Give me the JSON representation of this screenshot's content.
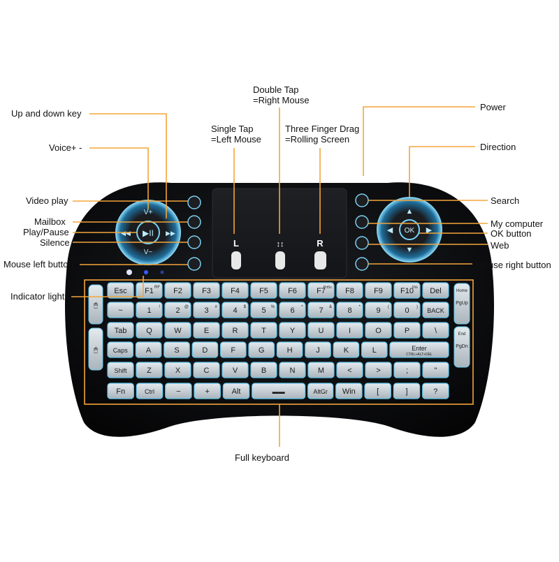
{
  "labels": {
    "up_down_key": "Up and down key",
    "voice": "Voice+ -",
    "video_play": "Video play",
    "mailbox": "Mailbox",
    "play_pause": "Play/Pause",
    "silence": "Silence",
    "mouse_left": "Mouse left button",
    "indicator": "Indicator light",
    "double_tap_1": "Double Tap",
    "double_tap_2": "=Right Mouse",
    "single_tap_1": "Single Tap",
    "single_tap_2": "=Left Mouse",
    "three_finger_1": "Three Finger Drag",
    "three_finger_2": "=Rolling Screen",
    "power": "Power",
    "direction": "Direction",
    "search": "Search",
    "my_computer": "My computer",
    "ok_button": "OK button",
    "web": "Web",
    "mouse_right": "Mouse right button",
    "full_keyboard": "Full keyboard"
  },
  "touchpad": {
    "left": "L",
    "right": "R"
  },
  "dpad": {
    "center": "OK"
  },
  "media_pad": {
    "vol_up": "V+",
    "vol_down": "V−"
  },
  "keyboard": {
    "rows": [
      [
        {
          "k": "Esc"
        },
        {
          "k": "F1",
          "s": "RF"
        },
        {
          "k": "F2"
        },
        {
          "k": "F3"
        },
        {
          "k": "F4"
        },
        {
          "k": "F5"
        },
        {
          "k": "F6"
        },
        {
          "k": "F7",
          "s": "PrtSc"
        },
        {
          "k": "F8"
        },
        {
          "k": "F9"
        },
        {
          "k": "F10",
          "s": "Ins"
        },
        {
          "k": "Del"
        }
      ],
      [
        {
          "k": "~"
        },
        {
          "k": "1",
          "s": "!"
        },
        {
          "k": "2",
          "s": "@"
        },
        {
          "k": "3",
          "s": "#"
        },
        {
          "k": "4",
          "s": "$"
        },
        {
          "k": "5",
          "s": "%"
        },
        {
          "k": "6",
          "s": "^"
        },
        {
          "k": "7",
          "s": "&"
        },
        {
          "k": "8",
          "s": "*"
        },
        {
          "k": "9",
          "s": "("
        },
        {
          "k": "0",
          "s": ")"
        },
        {
          "k": "BACK"
        }
      ],
      [
        {
          "k": "Tab"
        },
        {
          "k": "Q"
        },
        {
          "k": "W"
        },
        {
          "k": "E"
        },
        {
          "k": "R"
        },
        {
          "k": "T"
        },
        {
          "k": "Y"
        },
        {
          "k": "U"
        },
        {
          "k": "I"
        },
        {
          "k": "O"
        },
        {
          "k": "P"
        },
        {
          "k": "\\"
        }
      ],
      [
        {
          "k": "Caps"
        },
        {
          "k": "A"
        },
        {
          "k": "S"
        },
        {
          "k": "D"
        },
        {
          "k": "F"
        },
        {
          "k": "G"
        },
        {
          "k": "H"
        },
        {
          "k": "J"
        },
        {
          "k": "K"
        },
        {
          "k": "L"
        },
        {
          "k": "Enter",
          "s": "CTRL+ALT+DEL"
        }
      ],
      [
        {
          "k": "Shift"
        },
        {
          "k": "Z"
        },
        {
          "k": "X"
        },
        {
          "k": "C"
        },
        {
          "k": "V"
        },
        {
          "k": "B"
        },
        {
          "k": "N"
        },
        {
          "k": "M"
        },
        {
          "k": "<"
        },
        {
          "k": ">"
        },
        {
          "k": ";"
        },
        {
          "k": "\""
        }
      ],
      [
        {
          "k": "Fn"
        },
        {
          "k": "Ctrl"
        },
        {
          "k": "−"
        },
        {
          "k": "+"
        },
        {
          "k": "Alt"
        },
        {
          "k": "Space"
        },
        {
          "k": "AltGr"
        },
        {
          "k": "Win"
        },
        {
          "k": "["
        },
        {
          "k": "]"
        },
        {
          "k": "?"
        }
      ]
    ],
    "side_left": [
      "mouse-icon",
      "mouse-icon"
    ],
    "side_right": [
      {
        "k": "PgUp",
        "s": "Home"
      },
      {
        "k": "PgDn",
        "s": "End"
      }
    ]
  },
  "colors": {
    "callout_line": "#f3a53a",
    "body": "#0b0c0e",
    "key_face": "#c9d1d6",
    "key_glow": "#62c8ee",
    "indicator": "#3a5bff"
  }
}
